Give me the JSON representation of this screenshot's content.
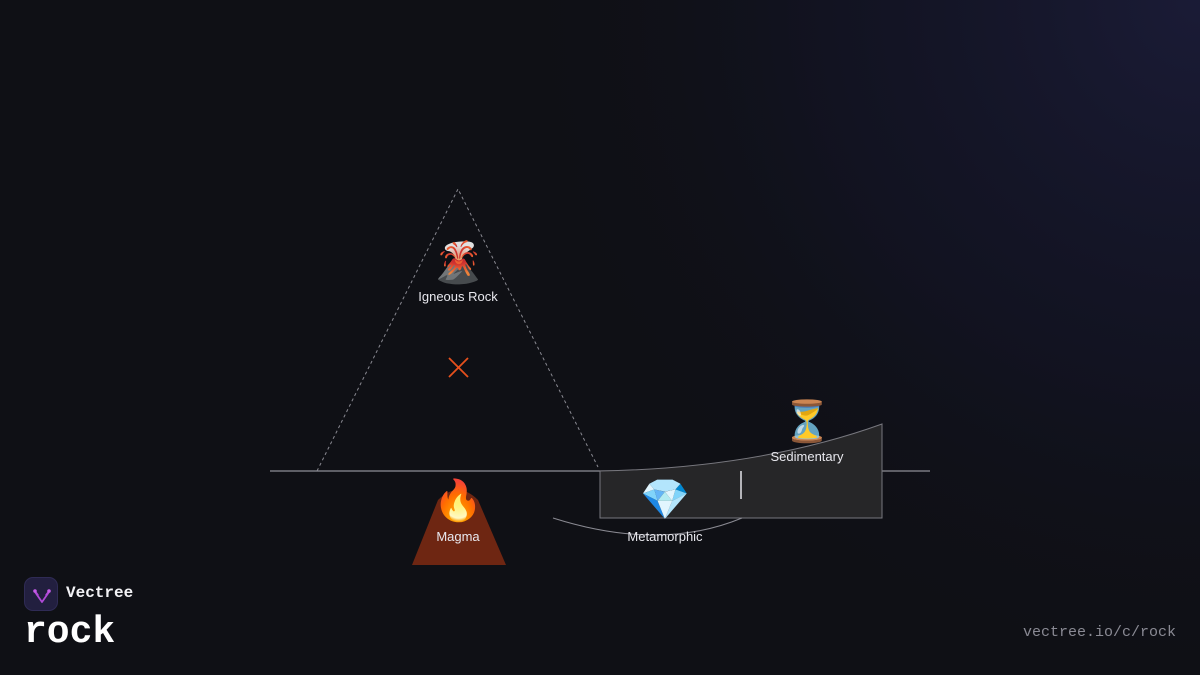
{
  "brand": {
    "name": "Vectree",
    "logo_icon": "vectree-logo-icon",
    "logo_color": "#221f3f"
  },
  "title": "rock",
  "url": "vectree.io/c/rock",
  "diagram": {
    "nodes": {
      "igneous": {
        "label": "Igneous Rock",
        "icon": "volcano-icon",
        "glyph": "🌋"
      },
      "magma": {
        "label": "Magma",
        "icon": "fire-icon",
        "glyph": "🔥"
      },
      "metamorphic": {
        "label": "Metamorphic",
        "icon": "gem-icon",
        "glyph": "💎"
      },
      "sedimentary": {
        "label": "Sedimentary",
        "icon": "hourglass-icon",
        "glyph": "⏳"
      }
    },
    "colors": {
      "background": "#0f1015",
      "cross_marker": "#e8501c",
      "magma_mound": "#6e2612",
      "sediment_fill": "#262628",
      "line": "#9a9aa2"
    }
  }
}
